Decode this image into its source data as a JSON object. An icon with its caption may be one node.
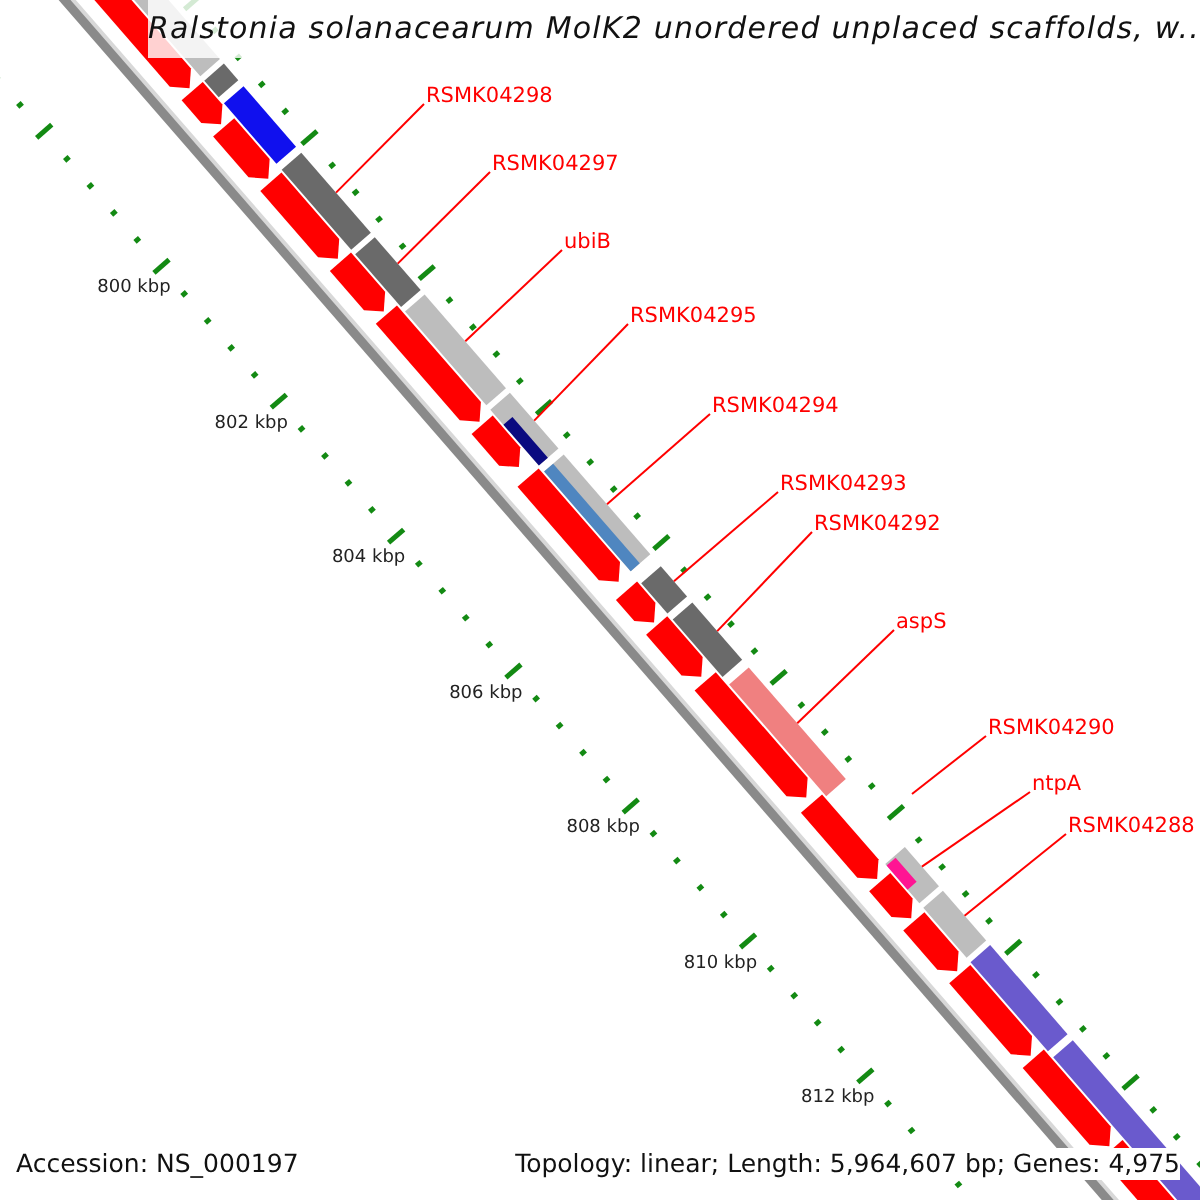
{
  "diagram": {
    "title": "Ralstonia solanacearum MolK2 unordered unplaced scaffolds, w...",
    "nodes": [
      {
        "text": [
          "RSMK04298"
        ]
      },
      {
        "text": [
          "RSMK04297"
        ]
      },
      {
        "text": [
          "ubiB"
        ]
      },
      {
        "text": [
          "RSMK04295"
        ]
      },
      {
        "text": [
          "RSMK04294"
        ]
      },
      {
        "text": [
          "RSMK04293"
        ]
      },
      {
        "text": [
          "RSMK04292"
        ]
      },
      {
        "text": [
          "aspS"
        ]
      },
      {
        "text": [
          "RSMK04290"
        ]
      },
      {
        "text": [
          "ntpA"
        ]
      },
      {
        "text": [
          "RSMK04288"
        ]
      },
      {
        "text": [],
        "shape": "bar"
      },
      {
        "text": [],
        "shape": "bar"
      },
      {
        "text": [],
        "shape": "bar"
      },
      {
        "text": [],
        "shape": "bar"
      },
      {
        "text": [],
        "shape": "bar"
      },
      {
        "text": [],
        "shape": "bar"
      },
      {
        "text": [],
        "shape": "bar"
      },
      {
        "text": [],
        "shape": "bar"
      },
      {
        "text": [],
        "shape": "bar"
      },
      {
        "text": [],
        "shape": "bar"
      }
    ],
    "edges": [
      {
        "from": 0,
        "to": 11,
        "arrow": "none"
      },
      {
        "from": 1,
        "to": 12,
        "arrow": "none"
      },
      {
        "from": 2,
        "to": 13,
        "arrow": "none"
      },
      {
        "from": 3,
        "to": 14,
        "arrow": "none"
      },
      {
        "from": 4,
        "to": 15,
        "arrow": "none"
      },
      {
        "from": 5,
        "to": 16,
        "arrow": "none"
      },
      {
        "from": 6,
        "to": 17,
        "arrow": "none"
      },
      {
        "from": 7,
        "to": 18,
        "arrow": "none"
      },
      {
        "from": 8,
        "to": null,
        "arrow": "none"
      },
      {
        "from": 9,
        "to": 19,
        "arrow": "none"
      },
      {
        "from": 10,
        "to": 20,
        "arrow": "none"
      }
    ],
    "labels": [
      "800 kbp",
      "802 kbp",
      "804 kbp",
      "806 kbp",
      "808 kbp",
      "810 kbp",
      "812 kbp",
      "Accession: NS_000197",
      "Topology: linear; Length: 5,964,607 bp; Genes: 4,975"
    ]
  }
}
